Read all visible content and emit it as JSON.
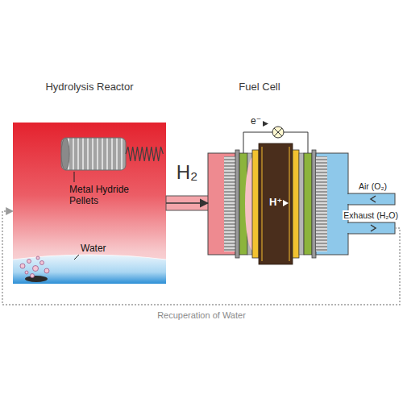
{
  "diagram": {
    "nodes": [
      {
        "text": [
          "Hydrolysis Reactor"
        ]
      },
      {
        "text": [
          "Fuel Cell"
        ]
      }
    ],
    "edges": [
      {
        "from": 0,
        "to": 1,
        "arrow": "to",
        "label": "H₂"
      },
      {
        "from": 1,
        "to": 0,
        "arrow": "to",
        "label": "Recuperation of Water"
      }
    ],
    "labels": [
      "Metal Hydride Pellets",
      "Water",
      "e⁻",
      "H⁺",
      "Air (O₂)",
      "Exhaust (H₂O)"
    ]
  }
}
